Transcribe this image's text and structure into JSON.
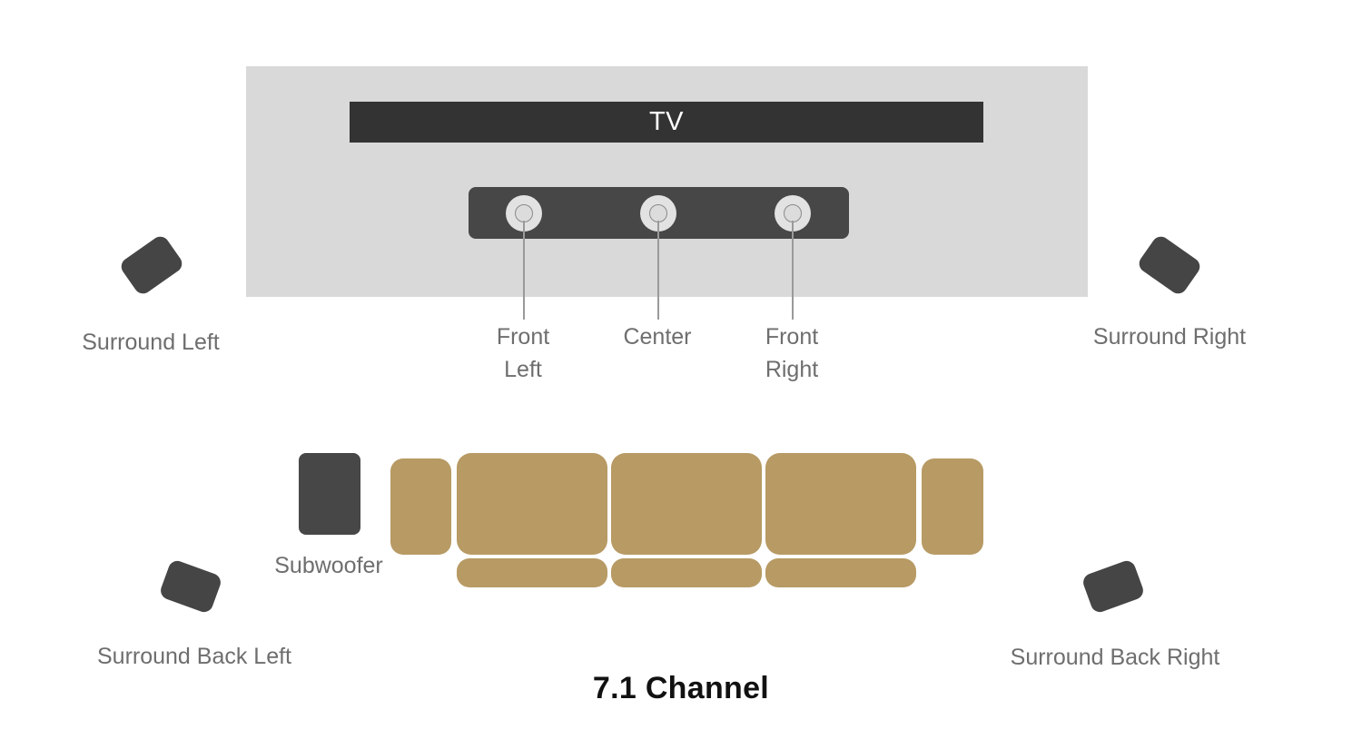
{
  "diagram": {
    "title": "7.1 Channel",
    "room": {
      "fill": "#d9d9d9"
    },
    "tv": {
      "label": "TV",
      "fill": "#333333",
      "text_color": "#ffffff"
    },
    "soundbar": {
      "fill": "#474747",
      "drivers": [
        {
          "id": "front-left",
          "label": "Front\nLeft"
        },
        {
          "id": "center",
          "label": "Center"
        },
        {
          "id": "front-right",
          "label": "Front\nRight"
        }
      ]
    },
    "satellites": [
      {
        "id": "surround-left",
        "label": "Surround Left",
        "fill": "#454545",
        "rotation_deg": -35
      },
      {
        "id": "surround-right",
        "label": "Surround Right",
        "fill": "#454545",
        "rotation_deg": 35
      },
      {
        "id": "surround-back-left",
        "label": "Surround Back Left",
        "fill": "#454545",
        "rotation_deg": 20
      },
      {
        "id": "surround-back-right",
        "label": "Surround Back Right",
        "fill": "#454545",
        "rotation_deg": -20
      }
    ],
    "subwoofer": {
      "label": "Subwoofer",
      "fill": "#474747"
    },
    "couch": {
      "fill": "#b79a64",
      "parts": [
        "left-armrest",
        "back-cushion-1",
        "back-cushion-2",
        "back-cushion-3",
        "right-armrest",
        "seat-cushion-1",
        "seat-cushion-2",
        "seat-cushion-3"
      ]
    },
    "label_color": "#6e6e6e"
  }
}
